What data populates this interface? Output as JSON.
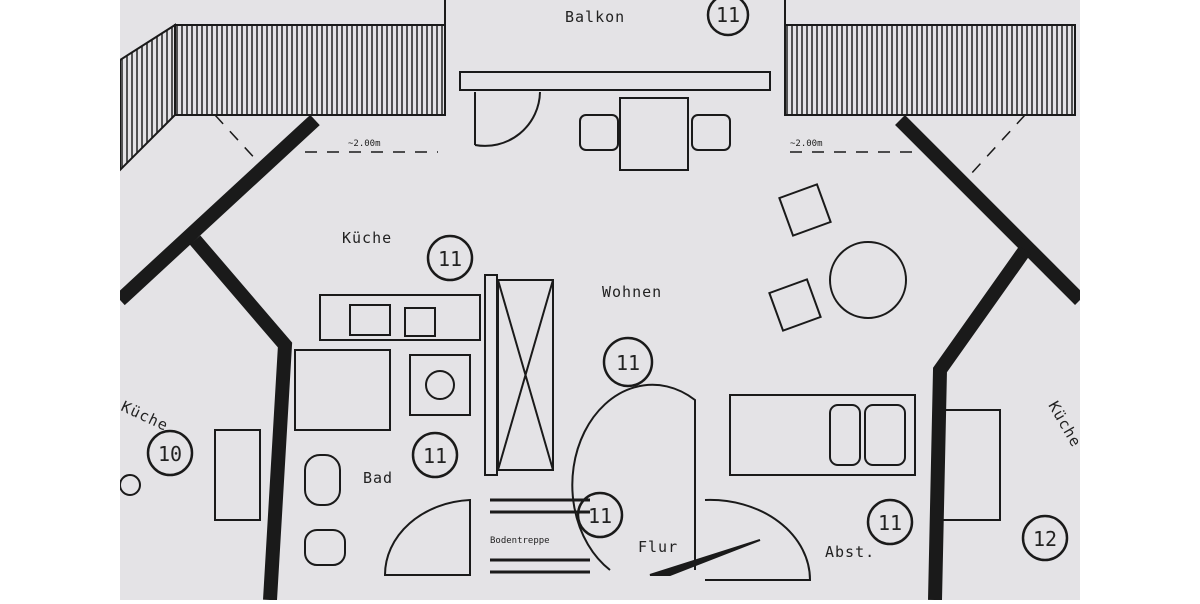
{
  "rooms": {
    "balkon": {
      "label": "Balkon",
      "number": "11"
    },
    "kueche": {
      "label": "Küche",
      "number": "11"
    },
    "wohnen": {
      "label": "Wohnen",
      "number": "11"
    },
    "bad": {
      "label": "Bad",
      "number": "11"
    },
    "flur": {
      "label": "Flur",
      "number": "11"
    },
    "abst": {
      "label": "Abst.",
      "number": "11"
    },
    "kueche_left": {
      "label": "Küche",
      "number": "10"
    },
    "kueche_right": {
      "label": "Küche",
      "number": "12"
    }
  },
  "annotations": {
    "dim_left": "~2.00m",
    "dim_right": "~2.00m",
    "stair": "Bodentreppe"
  },
  "colors": {
    "paper": "#e4e3e6",
    "ink": "#1a1a1a"
  }
}
